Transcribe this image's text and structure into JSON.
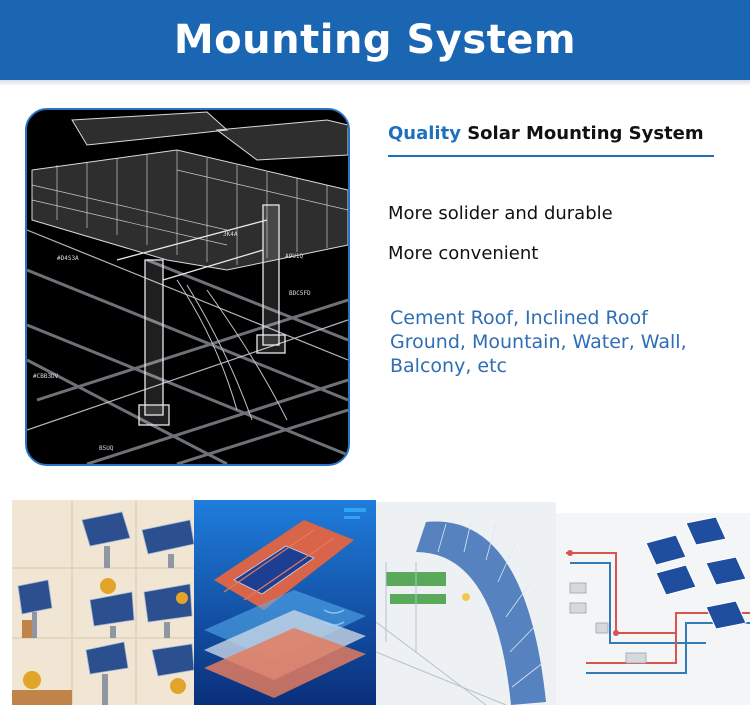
{
  "header": {
    "title": "Mounting System"
  },
  "hero": {
    "image_label": "Solar mounting structure wireframe",
    "wireframe_labels": [
      "#D4S3A",
      "3K4A",
      "A9U1Q",
      "BDC5FD",
      "#CBB3DV",
      "B5UQ"
    ]
  },
  "quality": {
    "accent": "Quality",
    "rest": " Solar Mounting System"
  },
  "features": [
    "More solider and durable",
    "More convenient"
  ],
  "applications": [
    "Cement Roof, Inclined Roof",
    "Ground, Mountain, Water, Wall,",
    "Balcony, etc"
  ],
  "gallery": {
    "panels": [
      {
        "name": "installation-steps-illustration"
      },
      {
        "name": "tile-roof-layers-illustration"
      },
      {
        "name": "curved-canopy-illustration"
      },
      {
        "name": "wiring-diagram-illustration"
      }
    ]
  },
  "colors": {
    "brand_blue": "#1a66b2",
    "accent_blue": "#1f6fbf",
    "apps_blue": "#2f6db4"
  }
}
